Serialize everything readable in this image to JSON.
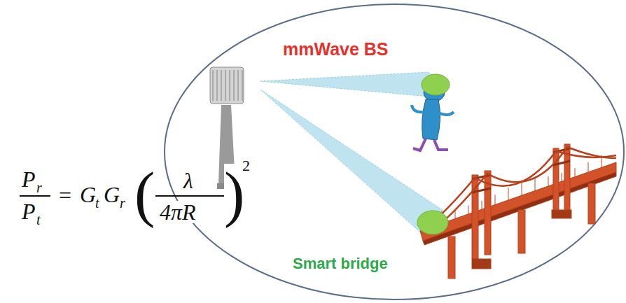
{
  "diagram": {
    "labels": [
      "mmWave BS",
      "Smart bridge",
      "P",
      "r",
      "P",
      "t",
      "=",
      "G",
      "t",
      "G",
      "r",
      "(",
      "λ",
      "4πR",
      ")",
      "2"
    ]
  }
}
